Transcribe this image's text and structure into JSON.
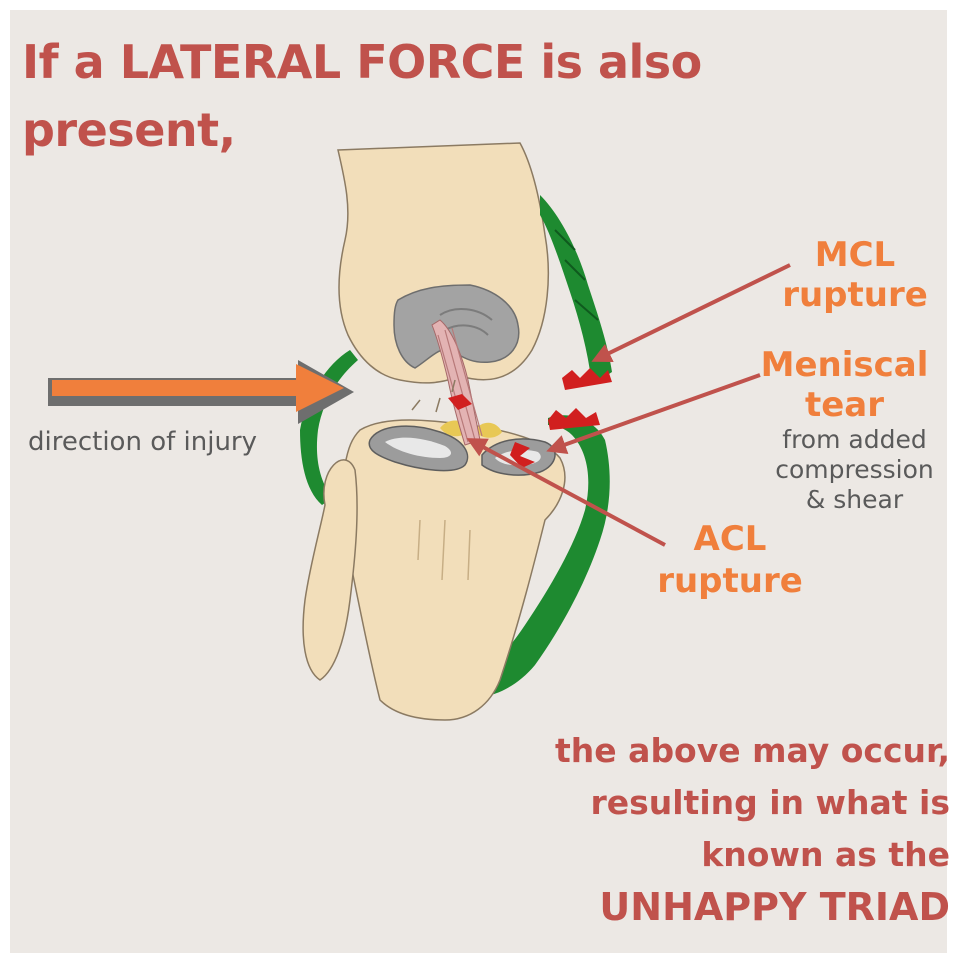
{
  "heading": {
    "line1": "If a LATERAL FORCE is also",
    "line2": "present,"
  },
  "labels": {
    "mcl_line1": "MCL",
    "mcl_line2": "rupture",
    "meniscal_line1": "Meniscal",
    "meniscal_line2": "tear",
    "meniscal_note_line1": "from added",
    "meniscal_note_line2": "compression",
    "meniscal_note_line3": "& shear",
    "acl_line1": "ACL",
    "acl_line2": "rupture",
    "direction": "direction of injury"
  },
  "footer": {
    "line1": "the above may occur,",
    "line2": "resulting in what is",
    "line3": "known as the",
    "line4": "UNHAPPY TRIAD"
  },
  "colors": {
    "background": "#ECE8E4",
    "title": "#C0524C",
    "label_orange": "#F07F3C",
    "bone": "#F2DEBA",
    "ligament_green": "#1E8A30",
    "cartilage_gray": "#9C9C9C",
    "pointer_arrow": "#C0524C"
  }
}
